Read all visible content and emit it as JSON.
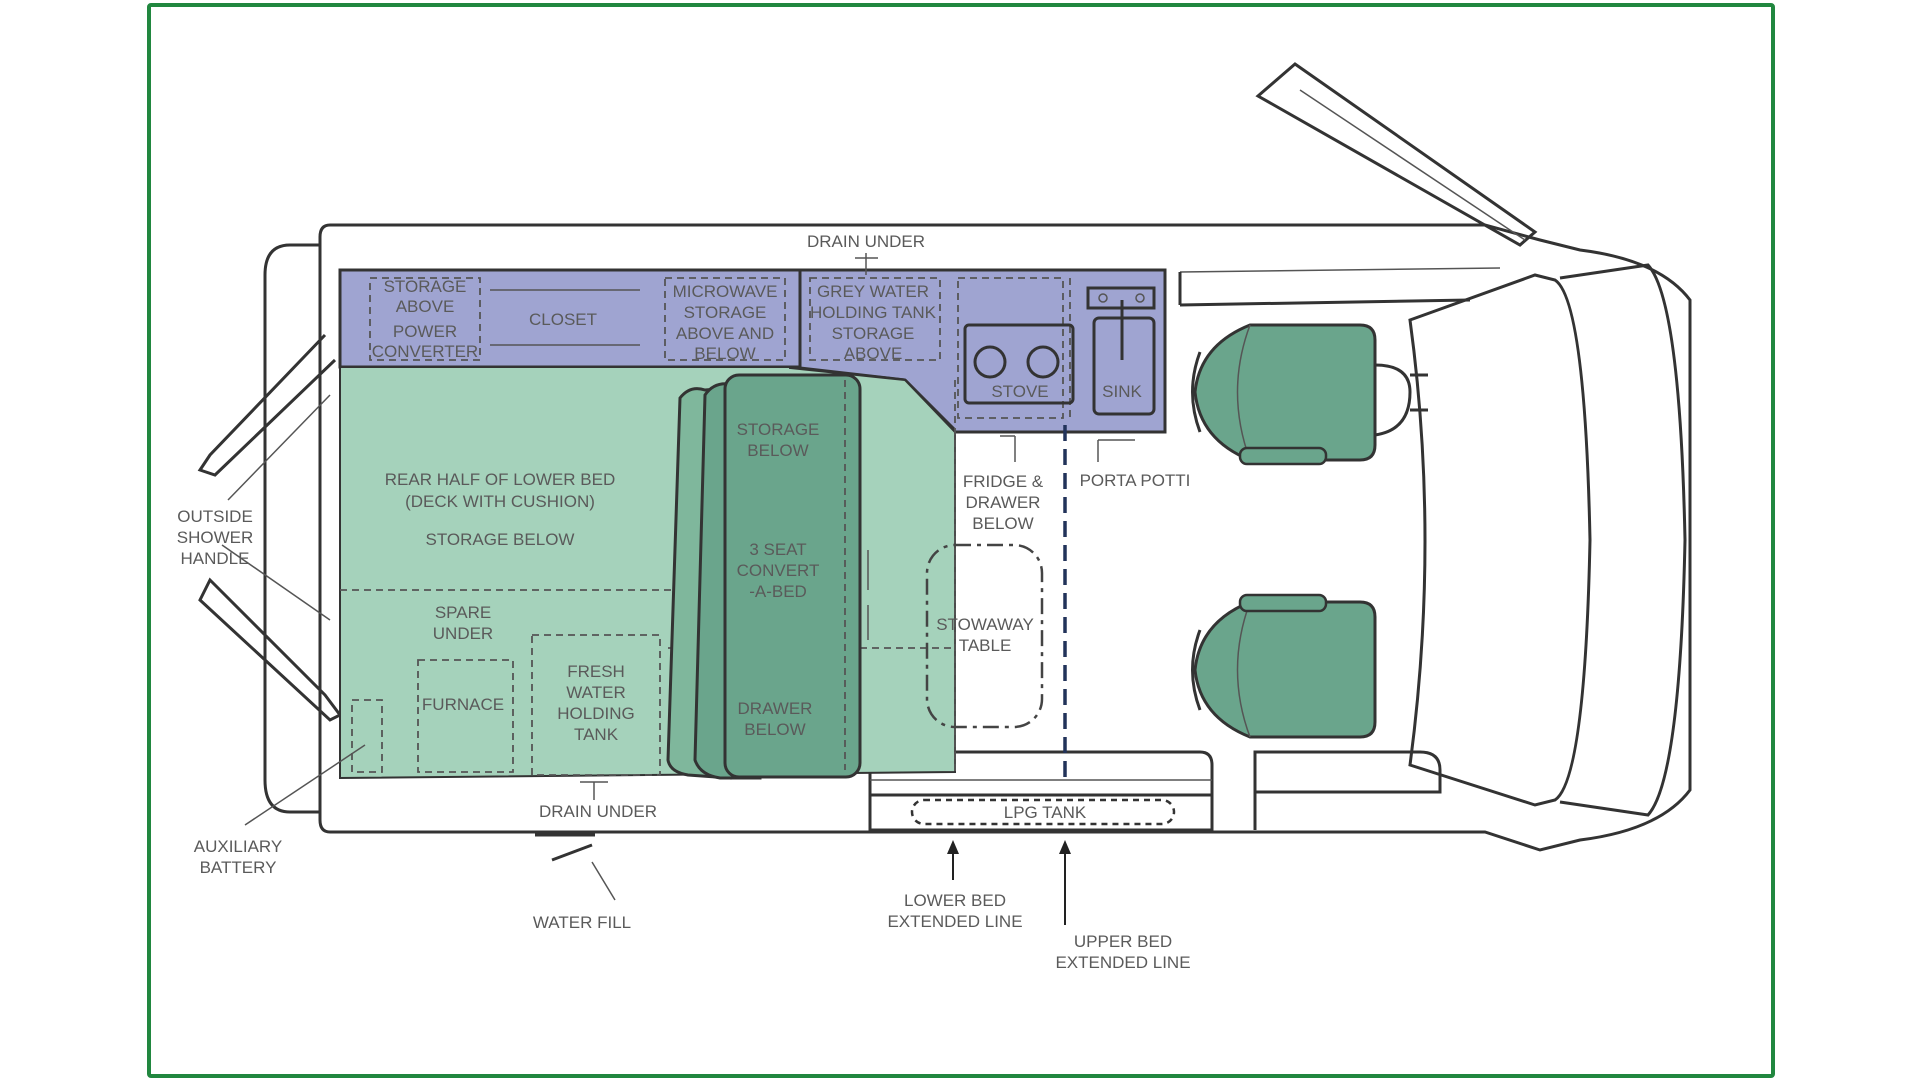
{
  "colors": {
    "frame": "#21873f",
    "storage_purple": "#9fa4d1",
    "bed_green": "#a5d2bb",
    "seat_green": "#6aa58c",
    "line": "#333333",
    "label": "#5a5a5a"
  },
  "labels": {
    "drain_under_top": "DRAIN UNDER",
    "storage_above_1": "STORAGE",
    "storage_above_2": "ABOVE",
    "power_converter_1": "POWER",
    "power_converter_2": "CONVERTER",
    "closet": "CLOSET",
    "microwave_1": "MICROWAVE",
    "microwave_2": "STORAGE",
    "microwave_3": "ABOVE AND",
    "microwave_4": "BELOW",
    "grey_water_1": "GREY WATER",
    "grey_water_2": "HOLDING TANK",
    "grey_water_3": "STORAGE",
    "grey_water_4": "ABOVE",
    "stove": "STOVE",
    "sink": "SINK",
    "rear_bed_1": "REAR HALF OF LOWER BED",
    "rear_bed_2": "(DECK WITH CUSHION)",
    "rear_bed_3": "STORAGE BELOW",
    "storage_below_1": "STORAGE",
    "storage_below_2": "BELOW",
    "convert_bed_1": "3 SEAT",
    "convert_bed_2": "CONVERT",
    "convert_bed_3": "-A-BED",
    "drawer_below_1": "DRAWER",
    "drawer_below_2": "BELOW",
    "spare_under_1": "SPARE",
    "spare_under_2": "UNDER",
    "furnace": "FURNACE",
    "fresh_water_1": "FRESH",
    "fresh_water_2": "WATER",
    "fresh_water_3": "HOLDING",
    "fresh_water_4": "TANK",
    "fridge_1": "FRIDGE &",
    "fridge_2": "DRAWER",
    "fridge_3": "BELOW",
    "porta_potti": "PORTA POTTI",
    "stowaway_1": "STOWAWAY",
    "stowaway_2": "TABLE",
    "outside_shower_1": "OUTSIDE",
    "outside_shower_2": "SHOWER",
    "outside_shower_3": "HANDLE",
    "auxiliary_battery_1": "AUXILIARY",
    "auxiliary_battery_2": "BATTERY",
    "drain_under_bottom": "DRAIN UNDER",
    "water_fill": "WATER FILL",
    "lpg_tank": "LPG TANK",
    "lower_bed_1": "LOWER BED",
    "lower_bed_2": "EXTENDED LINE",
    "upper_bed_1": "UPPER BED",
    "upper_bed_2": "EXTENDED LINE"
  }
}
